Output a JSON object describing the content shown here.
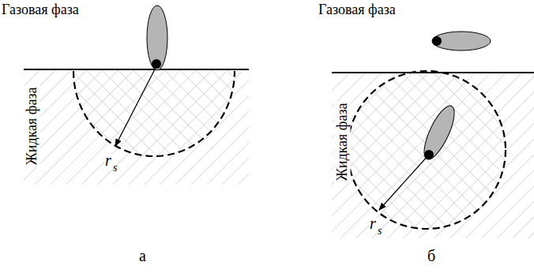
{
  "diagram": {
    "labels": [
      "Газовая фаза",
      "Жидкая фаза",
      "r",
      "s",
      "Газовая фаза",
      "Жидкая фаза",
      "r",
      "s",
      "а",
      "б"
    ]
  }
}
